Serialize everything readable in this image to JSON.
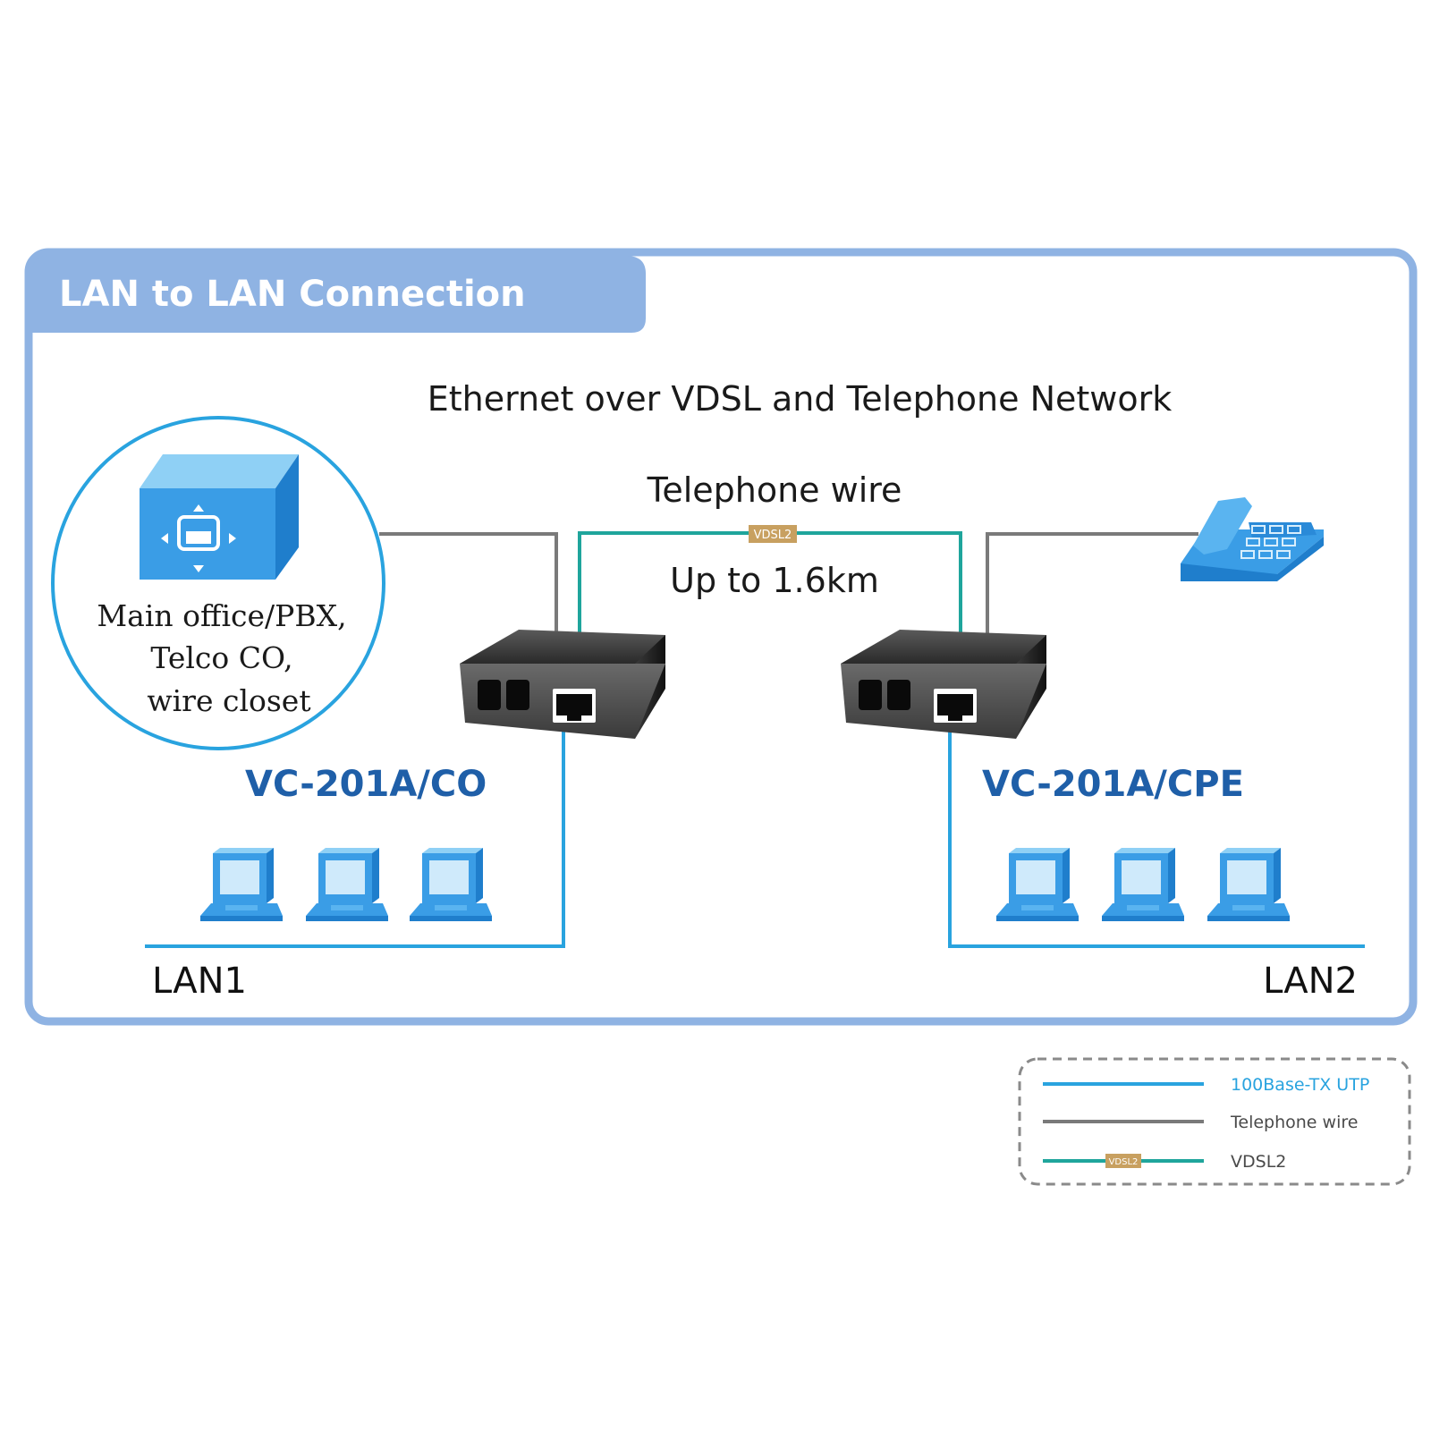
{
  "title": "LAN to LAN Connection",
  "subtitle": "Ethernet over VDSL and Telephone Network",
  "telephone_wire_label": "Telephone wire",
  "distance_label": "Up to 1.6km",
  "vdsl_tag": "VDSL2",
  "site": {
    "lines": [
      "Main office/PBX,",
      "Telco CO,",
      "wire closet"
    ]
  },
  "devices": {
    "co_label": "VC-201A/CO",
    "cpe_label": "VC-201A/CPE"
  },
  "lans": {
    "lan1": "LAN1",
    "lan2": "LAN2"
  },
  "legend": {
    "items": [
      {
        "label": "100Base-TX UTP",
        "color": "#29a3df"
      },
      {
        "label": "Telephone wire",
        "color": "#7a7a7a"
      },
      {
        "label": "VDSL2",
        "color": "#1fa59c",
        "tag": "VDSL2"
      }
    ]
  },
  "colors": {
    "frame": "#8fb3e3",
    "title_tab": "#8fb3e3",
    "circle": "#29a3df",
    "utp": "#29a3df",
    "telephone": "#7a7a7a",
    "vdsl": "#1fa59c",
    "tag": "#c8a060",
    "model_text": "#1f5fa8",
    "pc_blue": "#3d9be3"
  }
}
